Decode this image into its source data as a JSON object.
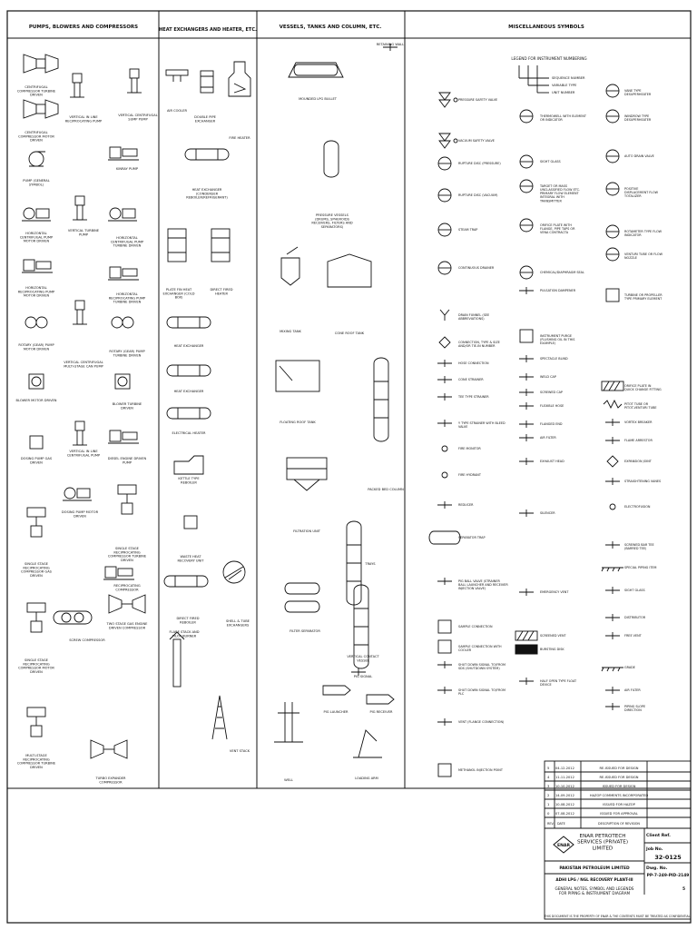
{
  "sections": [
    {
      "title": "PUMPS, BLOWERS AND COMPRESSORS",
      "symbols": [
        "CENTRIFUGAL COMPRESSOR TURBINE DRIVEN",
        "VERTICAL IN LINE RECIPROCATING PUMP",
        "VERTICAL CENTRIFUGAL SUMP PUMP",
        "CENTRIFUGAL COMPRESSOR MOTOR DRIVEN",
        "PUMP (GENERAL SYMBOL)",
        "KINRAY PUMP",
        "HORIZONTAL CENTRIFUGAL PUMP MOTOR DRIVEN",
        "VERTICAL TURBINE PUMP",
        "HORIZONTAL CENTRIFUGAL PUMP TURBINE DRIVEN",
        "HORIZONTAL RECIPROCATING PUMP MOTOR DRIVEN",
        "HORIZONTAL RECIPROCATING PUMP TURBINE DRIVEN",
        "ROTARY (GEAR) PUMP MOTOR DRIVEN",
        "VERTICAL CENTRIFUGAL MULTI-STAGE CAN PUMP",
        "ROTARY (GEAR) PUMP TURBINE DRIVEN",
        "BLOWER MOTOR DRIVEN",
        "BLOWER TURBINE DRIVEN",
        "DOSING PUMP GAS DRIVEN",
        "VERTICAL IN LINE CENTRIFUGAL PUMP",
        "DIESEL ENGINE DRIVEN PUMP",
        "DOSING PUMP MOTOR DRIVEN",
        "SINGLE STAGE RECIPROCATING COMPRESSOR TURBINE DRIVEN",
        "SINGLE STAGE RECIPROCATING COMPRESSOR GAS DRIVEN",
        "SINGLE STAGE RECIPROCATING COMPRESSOR MOTOR DRIVEN",
        "SCREW COMPRESSOR",
        "TWO STAGE GAS ENGINE DRIVEN COMPRESSOR",
        "RECIPROCATING COMPRESSOR",
        "MULTI-STAGE RECIPROCATING COMPRESSOR TURBINE DRIVEN",
        "TURBO EXPANDER COMPRESSOR"
      ]
    },
    {
      "title": "HEAT EXCHANGERS AND HEATER, ETC.",
      "symbols": [
        "AIR COOLER",
        "DOUBLE PIPE EXCHANGER",
        "FIRE HEATER",
        "HEAT EXCHANGER (CONDENSER REBOILER/REFRIGERANT)",
        "PLATE FIN HEAT EXCHANGER (COLD BOX)",
        "DIRECT FIRED HEATER",
        "HEAT EXCHANGER",
        "HEAT EXCHANGER",
        "ELECTRICAL HEATER",
        "KETTLE TYPE REBOILER",
        "WASTE HEAT RECOVERY UNIT",
        "DIRECT FIRED REBOILER",
        "SHELL & TUBE EXCHANGERS",
        "FLARE STACK AND PILOT BURNER",
        "VENT STACK"
      ]
    },
    {
      "title": "VESSELS, TANKS AND COLUMN, ETC.",
      "symbols": [
        "MOUNDED LPG BULLET",
        "RETAINING WALL",
        "PRESSURE VESSELS (DRUMS, SPHEROIDS RECEIVERS, FILTERS AND SEPARATORS)",
        "MIXING TANK",
        "CONE ROOF TANK",
        "FLOATING ROOF TANK",
        "PACKED BED COLUMN",
        "FILTRATION UNIT",
        "TRAYS",
        "FILTER SEPARATOR",
        "VERTICAL CONTACT VESSEL",
        "PIG LAUNCHER",
        "PIG RECEIVER",
        "PIG SIGNAL",
        "WELL",
        "LOADING ARM"
      ]
    },
    {
      "title": "MISCELLANEOUS SYMBOLS",
      "symbols": [
        "PRESSURE SAFETY VALVE",
        "VACUUM SAFETY VALVE",
        "RUPTURE DISC (PRESSURE)",
        "RUPTURE DISC (VACUUM)",
        "STEAM TRAP",
        "CONTINUOUS DRAINER",
        "DRAIN FUNNEL (SEE ABBREVIATIONS)",
        "CONNECTION, TYPE & SIZE AND/OR TIE-IN NUMBER",
        "HOSE CONNECTION",
        "CONE STRAINER",
        "TEE TYPE STRAINER",
        "Y TYPE STRAINER WITH BLEED VALVE",
        "FIRE MONITOR",
        "FIRE HYDRANT",
        "REDUCER",
        "SEPARATOR TRAP",
        "PIG BALL VALVE (STRAINER BALL LAUNCHER AND RECEIVER INJECTION VALVE)",
        "SAMPLE CONNECTION",
        "SAMPLE CONNECTION WITH COOLER",
        "SHUT DOWN SIGNAL TO/FROM SDS (SHUTDOWN SYSTEM)",
        "SHUT DOWN SIGNAL TO/FROM PLC",
        "VENT (FLANGE CONNECTION)",
        "METHANOL INJECTION POINT",
        "THERMOWELL WITH ELEMENT OR INDICATOR",
        "SIGHT GLASS",
        "TARGET OR MASS UNCLASSIFIED FLOW ETC. PRIMARY FLOW ELEMENT INTEGRAL WITH TRANSMITTER",
        "ORIFICE PLATE WITH FLANGE, PIPE TAPS OR VENA CONTRACTA",
        "CHEMICAL/DIAPHRAGM SEAL",
        "PULSATION DAMPENER",
        "INSTRUMENT PURGE (FLUSHING OIL IN THIS EXAMPLE)",
        "SPECTACLE BLIND",
        "WELD CAP",
        "SCREWED CAP",
        "FLEXIBLE HOSE",
        "FLANGED END",
        "AIR FILTER",
        "EXHAUST HEAD",
        "SILENCER",
        "EMERGENCY VENT",
        "SCREENED VENT",
        "BURSTING DISK",
        "HALF OPEN TYPE FLOAT DEVICE",
        "VANE TYPE DESUPERHEATER",
        "WINDROW TYPE DESUPERHEATER",
        "AUTO DRAIN VALVE",
        "POSITIVE DISPLACEMENT FLOW TOTALIZER",
        "ROTAMETER TYPE FLOW INDICATOR",
        "VENTURI TUBE OR FLOW NOZZLE",
        "TURBINE OR PROPELLER TYPE PRIMARY ELEMENT",
        "ORIFICE PLATE IN QUICK CHANGE FITTING",
        "PITOT TUBE OR PITOT-VENTURI TUBE",
        "VORTEX BREAKER",
        "FLAME ARRESTOR",
        "EXPANSION JOINT",
        "STRAIGHTENING VANES",
        "ELECTROFUSION",
        "SCREWED BAR TEE (BARRED TEE)",
        "SPECIAL PIPING ITEM",
        "SIGHT GLASS",
        "DISTRIBUTOR",
        "FREE VENT",
        "GRADE",
        "AIR FILTER",
        "PIPING SLOPE DIRECTION"
      ],
      "legend_title": "LEGEND FOR INSTRUMENT NUMBERING",
      "legend_lines": [
        "SEQUENCE NUMBER",
        "VARIABLE TYPE",
        "UNIT NUMBER"
      ]
    }
  ],
  "title_block": {
    "revisions": [
      {
        "no": "5",
        "date": "04-12-2012",
        "desc": "RE-ISSUED FOR DESIGN"
      },
      {
        "no": "4",
        "date": "11-11-2012",
        "desc": "RE-ISSUED FOR DESIGN"
      },
      {
        "no": "3",
        "date": "10-10-2012",
        "desc": "ISSUED FOR DESIGN"
      },
      {
        "no": "2",
        "date": "14-09-2012",
        "desc": "HAZOP COMMENTS INCORPORATED"
      },
      {
        "no": "1",
        "date": "10-08-2012",
        "desc": "ISSUED FOR HAZOP"
      },
      {
        "no": "0",
        "date": "07-08-2012",
        "desc": "ISSUED FOR APPROVAL"
      }
    ],
    "rev_header": [
      "REV.",
      "DATE",
      "DESCRIPTION OF REVISION"
    ],
    "company": "ENAR PETROTECH SERVICES (PRIVATE) LIMITED",
    "company_logo": "ENAR",
    "client_label": "Client Ref.",
    "job_label": "Job No.",
    "job_no": "32-0125",
    "dwg_label": "Dwg. No.",
    "dwg_no": "PP-7-249-PID-2149",
    "client": "PAKISTAN PETROLEUM LIMITED",
    "project": "ADHI LPG / NGL RECOVERY PLANT-III",
    "drawing_title": "GENERAL NOTES, SYMBOL AND LEGENDS FOR PIPING & INSTRUMENT DIAGRAM",
    "rev": "5",
    "footer": "THIS DOCUMENT IS THE PROPERTY OF ENAR & THE CONTENTS MUST BE TREATED AS CONFIDENTIAL"
  }
}
